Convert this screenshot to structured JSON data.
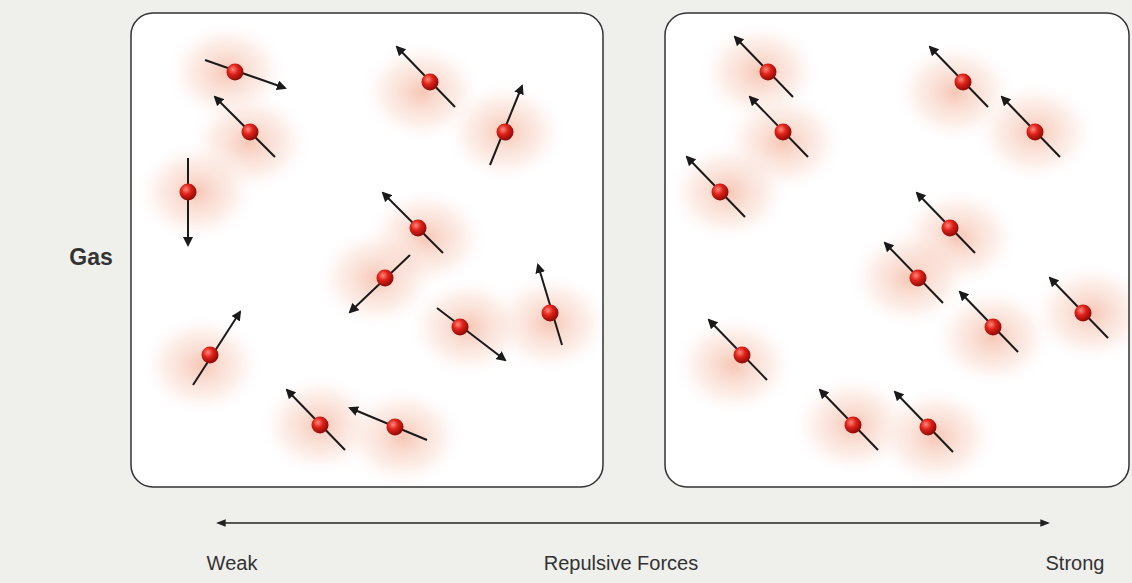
{
  "diagram": {
    "labels": [
      "Gas",
      "Weak",
      "Repulsive Forces",
      "Strong"
    ]
  }
}
